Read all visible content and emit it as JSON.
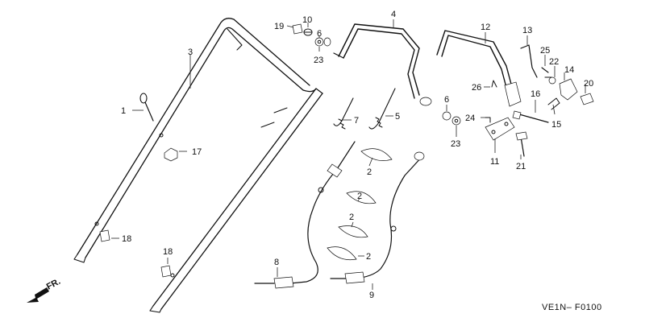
{
  "diagram": {
    "code": "VE1N– F0100",
    "direction_label": "FR.",
    "callouts": {
      "c1": "1",
      "c2a": "2",
      "c2b": "2",
      "c2c": "2",
      "c2d": "2",
      "c3": "3",
      "c4": "4",
      "c5": "5",
      "c6a": "6",
      "c6b": "6",
      "c7": "7",
      "c8": "8",
      "c9": "9",
      "c10": "10",
      "c11": "11",
      "c12": "12",
      "c13": "13",
      "c14": "14",
      "c15": "15",
      "c16": "16",
      "c17": "17",
      "c18a": "18",
      "c18b": "18",
      "c19": "19",
      "c20": "20",
      "c21": "21",
      "c22": "22",
      "c23a": "23",
      "c23b": "23",
      "c24": "24",
      "c25": "25",
      "c26": "26"
    }
  }
}
